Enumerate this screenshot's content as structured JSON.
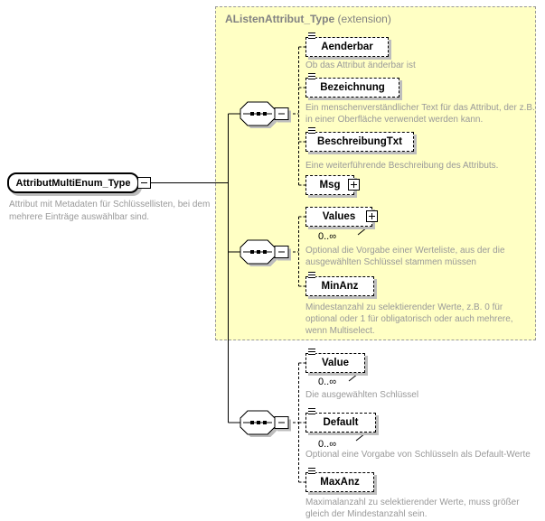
{
  "colors": {
    "extension_background": "#ffffc4",
    "extension_border": "#9a9a9a",
    "annotation_text": "#999999",
    "header_text": "#828282",
    "box_shadow": "#bdbdbd"
  },
  "root": {
    "name": "AttributMultiEnum_Type",
    "annotation": "Attribut mit Metadaten für Schlüssellisten, bei dem mehrere Einträge auswählbar sind."
  },
  "extension": {
    "title": "AListenAttribut_Type",
    "kind": "(extension)"
  },
  "compositor": "sequence",
  "elements": {
    "aenderbar": {
      "name": "Aenderbar",
      "annotation": "Ob das Attribut änderbar ist"
    },
    "bezeichnung": {
      "name": "Bezeichnung",
      "annotation": "Ein menschenverständlicher Text für das Attribut, der z.B. in einer Oberfläche verwendet werden kann."
    },
    "beschreibungtxt": {
      "name": "BeschreibungTxt",
      "annotation": "Eine weiterführende Beschreibung des Attributs."
    },
    "msg": {
      "name": "Msg"
    },
    "values": {
      "name": "Values",
      "cardinality": "0..∞",
      "annotation": "Optional die Vorgabe einer Werteliste, aus der die ausgewählten Schlüssel stammen müssen"
    },
    "minanz": {
      "name": "MinAnz",
      "annotation": "Mindestanzahl zu selektierender Werte, z.B. 0 für optional oder 1 für obligatorisch oder auch mehrere, wenn Multiselect."
    },
    "value": {
      "name": "Value",
      "cardinality": "0..∞",
      "annotation": "Die ausgewählten Schlüssel"
    },
    "default": {
      "name": "Default",
      "cardinality": "0..∞",
      "annotation": "Optional eine Vorgabe von Schlüsseln als Default-Werte"
    },
    "maxanz": {
      "name": "MaxAnz",
      "annotation": "Maximalanzahl zu selektierender Werte, muss größer gleich der Mindestanzahl sein."
    }
  }
}
